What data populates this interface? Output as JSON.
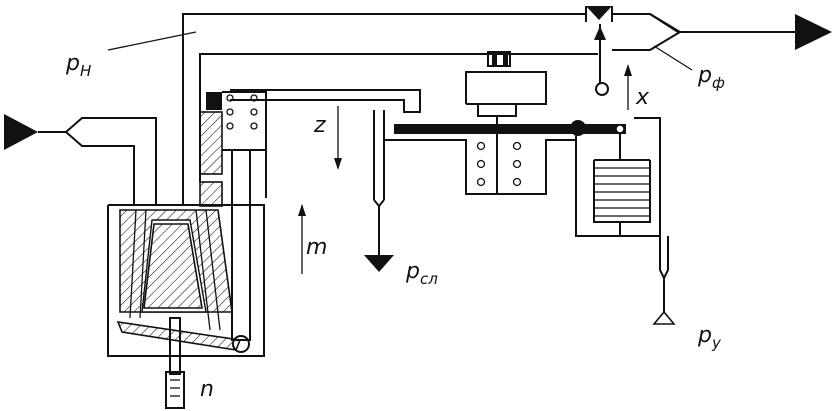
{
  "labels": {
    "p_n": {
      "main": "p",
      "sub": "H"
    },
    "p_f": {
      "main": "p",
      "sub": "ф"
    },
    "p_sl": {
      "main": "p",
      "sub": "сл"
    },
    "p_y": {
      "main": "p",
      "sub": "y"
    },
    "z": "z",
    "m": "m",
    "x": "x",
    "n": "n"
  },
  "colors": {
    "line": "#111111",
    "background": "#ffffff"
  }
}
